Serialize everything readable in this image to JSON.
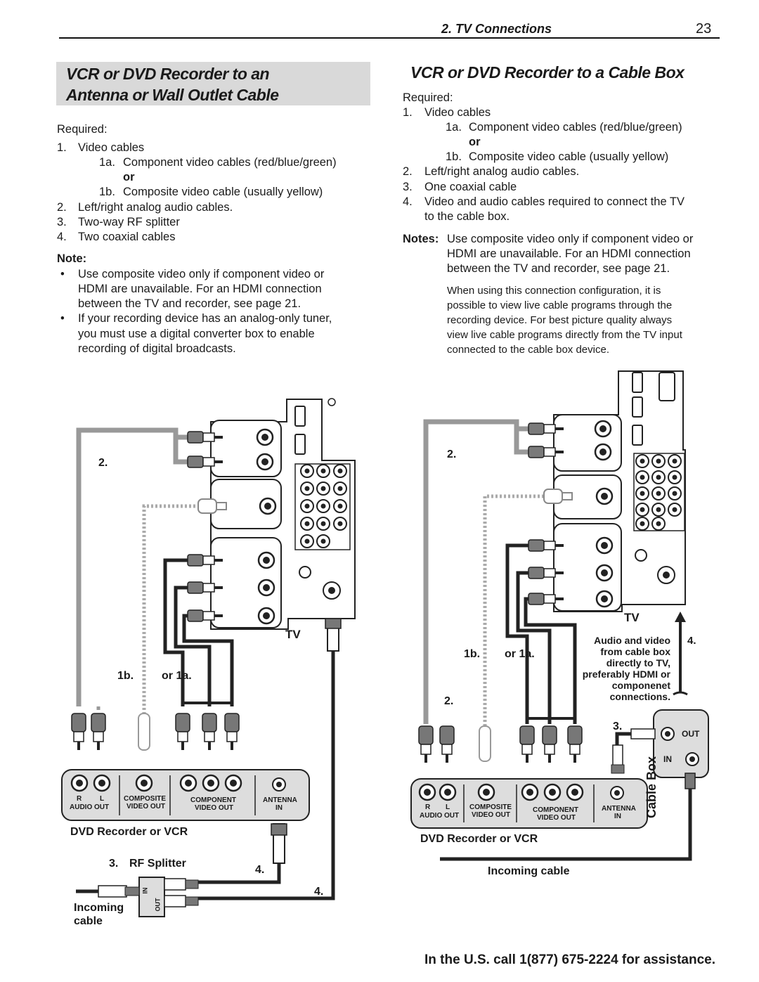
{
  "header": {
    "section": "2. TV Connections",
    "page_number": "23"
  },
  "left": {
    "title_line1": "VCR or DVD Recorder to an",
    "title_line2": "Antenna or Wall Outlet Cable",
    "required_label": "Required:",
    "items": [
      {
        "num": "1.",
        "text": "Video cables"
      },
      {
        "num": "1a.",
        "text": "Component video cables (red/blue/green)"
      },
      {
        "num": "",
        "text": "or"
      },
      {
        "num": "1b.",
        "text": "Composite video cable (usually yellow)"
      },
      {
        "num": "2.",
        "text": "Left/right analog audio cables."
      },
      {
        "num": "3.",
        "text": "Two-way RF splitter"
      },
      {
        "num": "4.",
        "text": "Two coaxial cables"
      }
    ],
    "note_label": "Note:",
    "bullets": [
      [
        "Use composite video only if component video or",
        "HDMI are unavailable.  For an HDMI connection",
        "between the TV and recorder, see page 21."
      ],
      [
        "If your recording device has an analog-only tuner,",
        "you must use a digital converter box to enable",
        "recording of digital broadcasts."
      ]
    ]
  },
  "right": {
    "title": "VCR or DVD Recorder to a Cable Box",
    "required_label": "Required:",
    "items": [
      {
        "num": "1.",
        "text": "Video cables"
      },
      {
        "num": "1a.",
        "text": "Component video cables (red/blue/green)"
      },
      {
        "num": "",
        "text": "or"
      },
      {
        "num": "1b.",
        "text": "Composite video cable (usually yellow)"
      },
      {
        "num": "2.",
        "text": "Left/right analog audio cables."
      },
      {
        "num": "3.",
        "text": "One coaxial cable"
      },
      {
        "num": "4.",
        "text": "Video and audio cables required to connect the TV"
      },
      {
        "num": "",
        "text": "to the cable box."
      }
    ],
    "notes_label": "Notes:",
    "notes_lines": [
      "Use composite video only if component video or",
      "HDMI are unavailable.  For an HDMI connection",
      "between the TV and recorder, see page 21."
    ],
    "notes_small": [
      "When using this connection configuration, it is",
      "possible to view live cable programs through the",
      "recording device.  For best picture quality always",
      "view live cable programs directly from the TV input",
      "connected to the cable box device."
    ]
  },
  "diagram_left": {
    "label_2": "2.",
    "label_1b": "1b.",
    "label_or1a": "or  1a.",
    "label_tv": "TV",
    "label_3": "3.",
    "label_rf": "RF Splitter",
    "label_4a": "4.",
    "label_4b": "4.",
    "incoming1": "Incoming",
    "incoming2": "cable",
    "device": "DVD Recorder or VCR",
    "panel": {
      "r": "R",
      "l": "L",
      "audio_out": "AUDIO OUT",
      "composite": "COMPOSITE",
      "video_out": "VIDEO OUT",
      "component": "COMPONENT",
      "video_out2": "VIDEO OUT",
      "antenna": "ANTENNA",
      "in": "IN"
    },
    "splitter_in": "IN",
    "splitter_out": "OUT"
  },
  "diagram_right": {
    "label_2a": "2.",
    "label_2b": "2.",
    "label_1b": "1b.",
    "label_or1a": "or  1a.",
    "label_tv": "TV",
    "label_3": "3.",
    "label_4": "4.",
    "av_lines": [
      "Audio and video",
      "from cable box",
      "directly to TV,",
      "preferably HDMI or",
      "componenet",
      "connections."
    ],
    "cable_box": "Cable Box",
    "out": "OUT",
    "in": "IN",
    "device": "DVD Recorder or VCR",
    "incoming": "Incoming cable",
    "panel": {
      "r": "R",
      "l": "L",
      "audio_out": "AUDIO OUT",
      "composite": "COMPOSITE",
      "video_out": "VIDEO OUT",
      "component": "COMPONENT",
      "video_out2": "VIDEO OUT",
      "antenna": "ANTENNA",
      "in": "IN"
    }
  },
  "footer": "In the U.S. call 1(877) 675-2224 for assistance."
}
